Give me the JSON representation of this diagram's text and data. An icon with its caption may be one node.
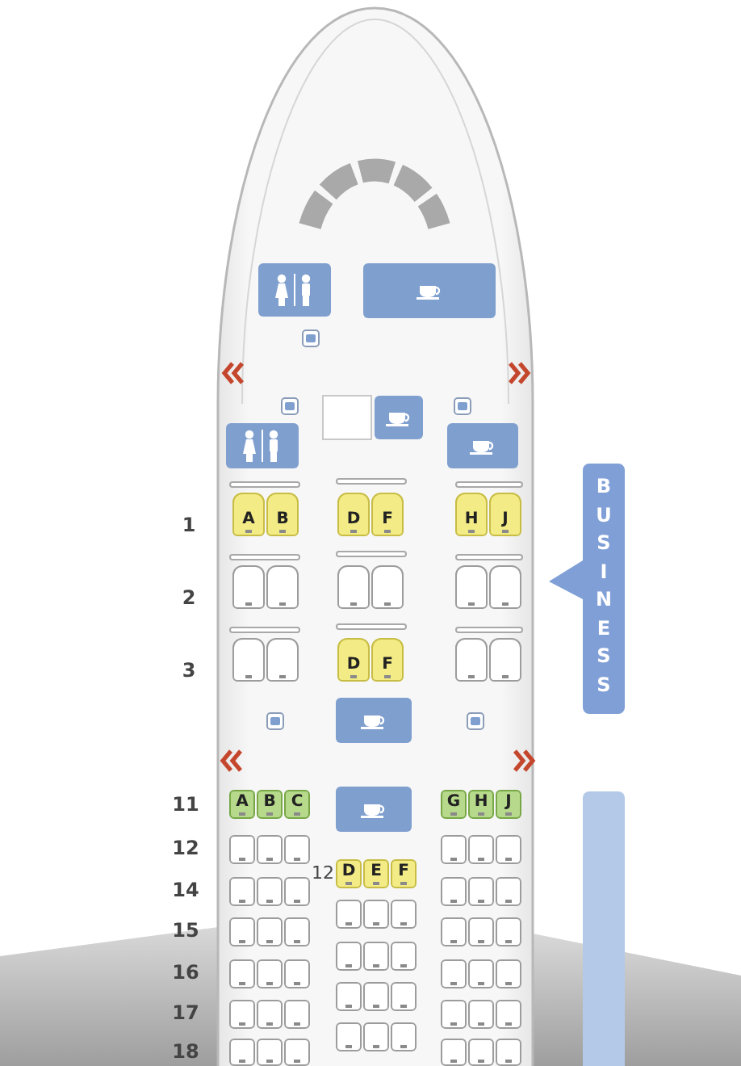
{
  "diagram": {
    "nodes": [
      {
        "text": [
          "A"
        ]
      },
      {
        "text": [
          "B"
        ]
      },
      {
        "text": [
          "D"
        ]
      },
      {
        "text": [
          "F"
        ]
      },
      {
        "text": [
          "H"
        ]
      },
      {
        "text": [
          "J"
        ]
      },
      {
        "text": [],
        "shape": "seat"
      },
      {
        "text": [],
        "shape": "seat"
      },
      {
        "text": [],
        "shape": "seat"
      },
      {
        "text": [],
        "shape": "seat"
      },
      {
        "text": [],
        "shape": "seat"
      },
      {
        "text": [],
        "shape": "seat"
      },
      {
        "text": [],
        "shape": "seat"
      },
      {
        "text": [],
        "shape": "seat"
      },
      {
        "text": [
          "D"
        ]
      },
      {
        "text": [
          "F"
        ]
      },
      {
        "text": [],
        "shape": "seat"
      },
      {
        "text": [],
        "shape": "seat"
      },
      {
        "text": [
          "BUSINESS"
        ]
      },
      {
        "text": [
          "A"
        ]
      },
      {
        "text": [
          "B"
        ]
      },
      {
        "text": [
          "C"
        ]
      },
      {
        "text": [
          "G"
        ]
      },
      {
        "text": [
          "H"
        ]
      },
      {
        "text": [
          "J"
        ]
      },
      {
        "text": [],
        "shape": "bar"
      },
      {
        "text": [],
        "shape": "seat"
      },
      {
        "text": [],
        "shape": "seat"
      },
      {
        "text": [],
        "shape": "seat"
      },
      {
        "text": [],
        "shape": "seat"
      },
      {
        "text": [],
        "shape": "seat"
      },
      {
        "text": [],
        "shape": "seat"
      },
      {
        "text": [
          "D"
        ],
        "beside": [
          "12"
        ]
      },
      {
        "text": [
          "E"
        ]
      },
      {
        "text": [
          "F"
        ]
      },
      {
        "text": [],
        "shape": "seat"
      },
      {
        "text": [],
        "shape": "seat"
      },
      {
        "text": [],
        "shape": "seat"
      },
      {
        "text": [],
        "shape": "seat"
      },
      {
        "text": [],
        "shape": "seat"
      },
      {
        "text": [],
        "shape": "seat"
      },
      {
        "text": [],
        "shape": "seat"
      },
      {
        "text": [],
        "shape": "seat"
      },
      {
        "text": [],
        "shape": "seat"
      },
      {
        "text": [],
        "shape": "seat"
      },
      {
        "text": [],
        "shape": "seat"
      },
      {
        "text": [],
        "shape": "seat"
      },
      {
        "text": [],
        "shape": "seat"
      },
      {
        "text": [],
        "shape": "seat"
      },
      {
        "text": [],
        "shape": "seat"
      },
      {
        "text": [],
        "shape": "seat"
      },
      {
        "text": [],
        "shape": "seat"
      },
      {
        "text": [],
        "shape": "seat"
      },
      {
        "text": [],
        "shape": "seat"
      },
      {
        "text": [],
        "shape": "seat"
      },
      {
        "text": [],
        "shape": "seat"
      },
      {
        "text": [],
        "shape": "seat"
      },
      {
        "text": [],
        "shape": "seat"
      },
      {
        "text": [],
        "shape": "seat"
      },
      {
        "text": [],
        "shape": "seat"
      },
      {
        "text": [],
        "shape": "seat"
      },
      {
        "text": [],
        "shape": "seat"
      },
      {
        "text": [],
        "shape": "seat"
      },
      {
        "text": [],
        "shape": "seat"
      },
      {
        "text": [],
        "shape": "seat"
      },
      {
        "text": [],
        "shape": "seat"
      },
      {
        "text": [],
        "shape": "seat"
      },
      {
        "text": [],
        "shape": "seat"
      },
      {
        "text": [],
        "shape": "seat"
      },
      {
        "text": [],
        "shape": "seat"
      },
      {
        "text": [],
        "shape": "seat"
      },
      {
        "text": [],
        "shape": "seat"
      },
      {
        "text": [],
        "shape": "seat"
      },
      {
        "text": [],
        "shape": "seat"
      },
      {
        "text": [],
        "shape": "seat"
      },
      {
        "text": [],
        "shape": "seat"
      },
      {
        "text": [],
        "shape": "seat"
      }
    ],
    "labels": [
      "1",
      "2",
      "3",
      "11",
      "12",
      "14",
      "15",
      "16",
      "17",
      "18"
    ]
  }
}
